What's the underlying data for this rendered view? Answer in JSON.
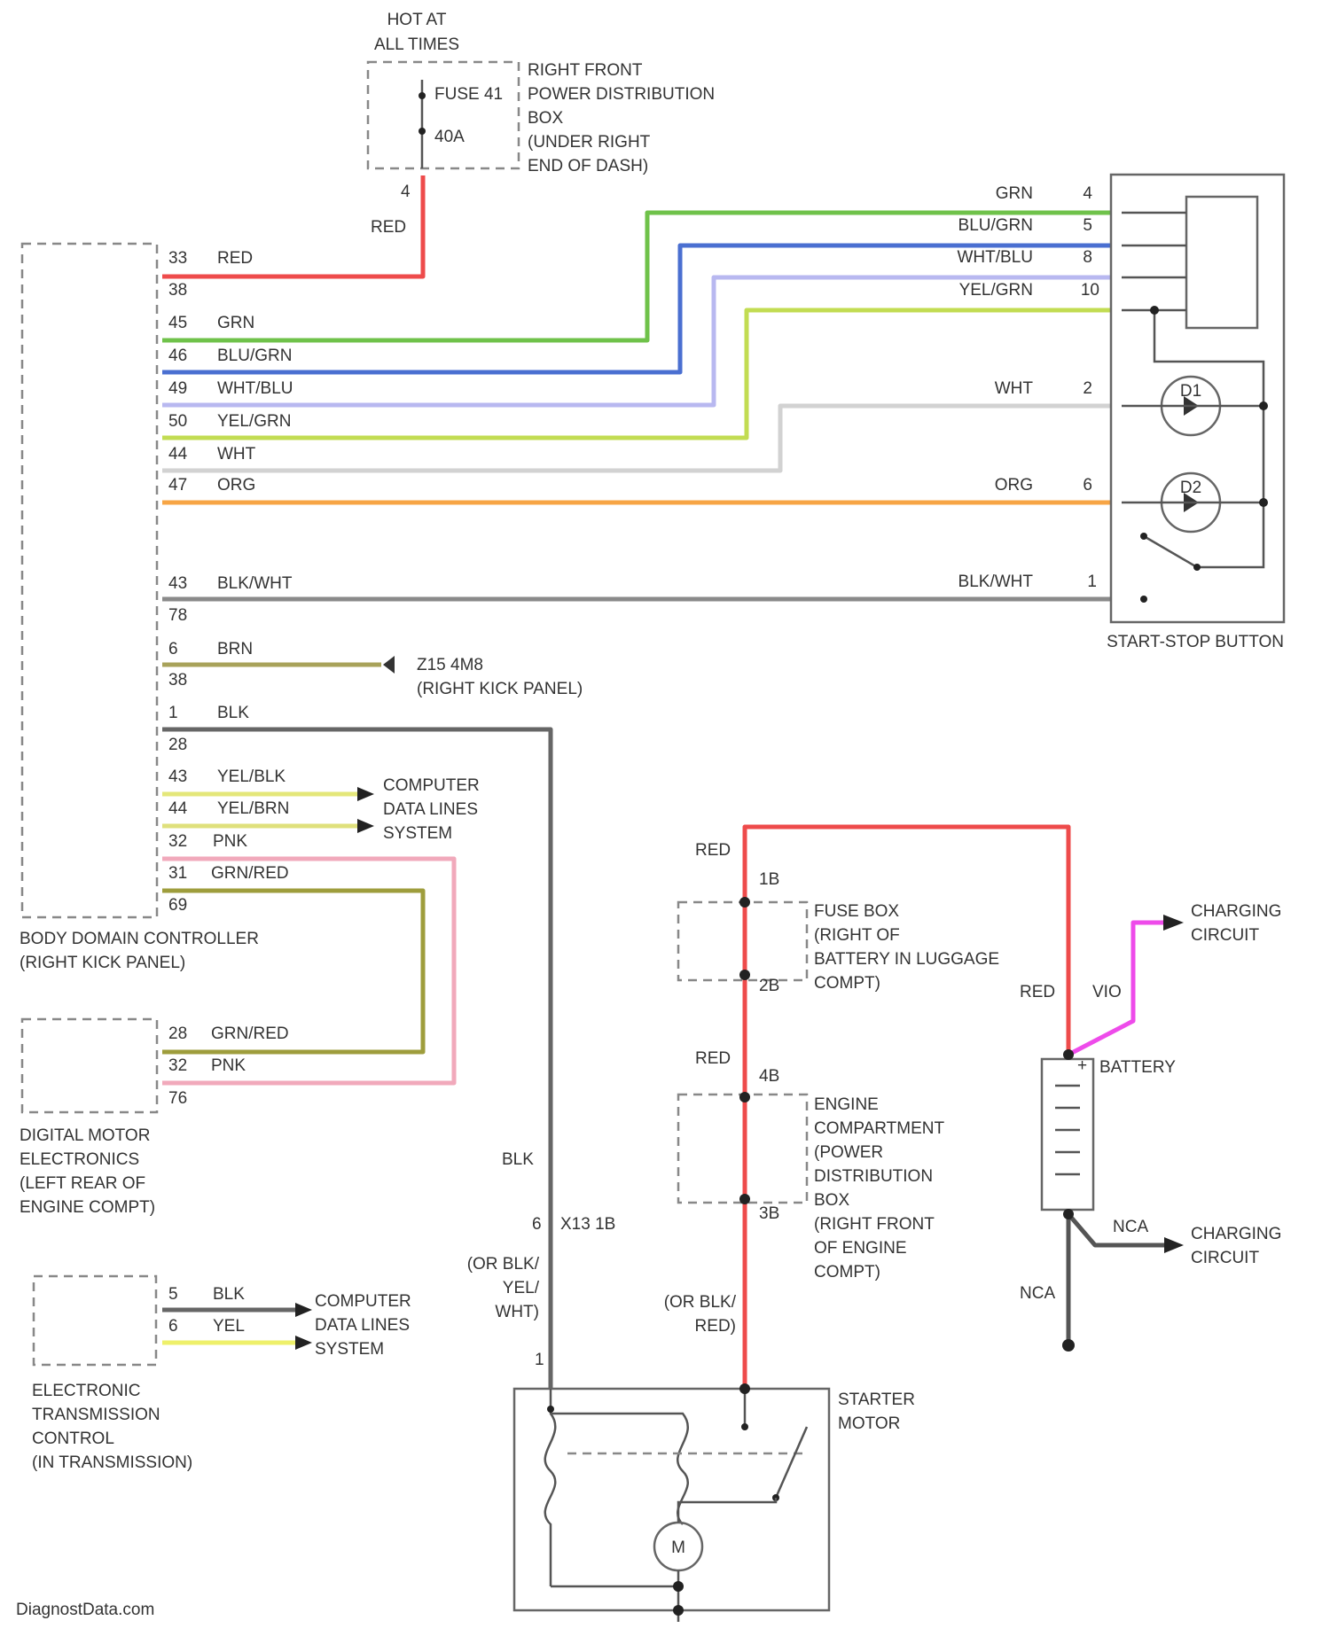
{
  "colors": {
    "RED": "#ee4b4b",
    "GRN": "#6fc24a",
    "BLU/GRN": "#4a6fd1",
    "WHT/BLU": "#b8b8f0",
    "YEL/GRN": "#c2dc52",
    "WHT": "#d2d2d2",
    "ORG": "#f7a545",
    "BLK/WHT": "#8a8a8a",
    "BRN": "#a8a25a",
    "BLK": "#666666",
    "YEL/BLK": "#e4e77a",
    "YEL/BRN": "#dfe07c",
    "PNK": "#f1a9bb",
    "GRN/RED": "#9e9d3c",
    "YEL": "#eef06a",
    "VIO": "#ee4bea",
    "NCA": "#555555"
  },
  "hot_label": [
    "HOT AT",
    "ALL TIMES"
  ],
  "fuse": {
    "name": "FUSE 41",
    "rating": "40A",
    "box": [
      "RIGHT FRONT",
      "POWER DISTRIBUTION",
      "BOX",
      "(UNDER RIGHT",
      "END OF DASH)"
    ],
    "pin_out": "4",
    "out_wire": "RED"
  },
  "bdc": {
    "name": [
      "BODY DOMAIN CONTROLLER",
      "(RIGHT KICK PANEL)"
    ],
    "pins": [
      {
        "pin": "33",
        "wire": "RED",
        "conn": "38"
      },
      {
        "pin": "45",
        "wire": "GRN"
      },
      {
        "pin": "46",
        "wire": "BLU/GRN"
      },
      {
        "pin": "49",
        "wire": "WHT/BLU"
      },
      {
        "pin": "50",
        "wire": "YEL/GRN"
      },
      {
        "pin": "44",
        "wire": "WHT"
      },
      {
        "pin": "47",
        "wire": "ORG"
      },
      {
        "pin": "43",
        "wire": "BLK/WHT",
        "conn": "78"
      },
      {
        "pin": "6",
        "wire": "BRN",
        "conn": "38"
      },
      {
        "pin": "1",
        "wire": "BLK",
        "conn": "28"
      },
      {
        "pin": "43",
        "wire": "YEL/BLK"
      },
      {
        "pin": "44",
        "wire": "YEL/BRN"
      },
      {
        "pin": "32",
        "wire": "PNK"
      },
      {
        "pin": "31",
        "wire": "GRN/RED",
        "conn": "69"
      }
    ]
  },
  "start_stop": {
    "name": "START-STOP BUTTON",
    "pins": [
      {
        "wire": "GRN",
        "pin": "4"
      },
      {
        "wire": "BLU/GRN",
        "pin": "5"
      },
      {
        "wire": "WHT/BLU",
        "pin": "8"
      },
      {
        "wire": "YEL/GRN",
        "pin": "10"
      },
      {
        "wire": "WHT",
        "pin": "2"
      },
      {
        "wire": "ORG",
        "pin": "6"
      },
      {
        "wire": "BLK/WHT",
        "pin": "1"
      }
    ],
    "leds": [
      "D1",
      "D2"
    ]
  },
  "ground": {
    "id": "Z15 4M8",
    "location": "(RIGHT KICK PANEL)"
  },
  "data_lines": [
    "COMPUTER",
    "DATA LINES",
    "SYSTEM"
  ],
  "dme": {
    "name": [
      "DIGITAL MOTOR",
      "ELECTRONICS",
      "(LEFT REAR OF",
      "ENGINE COMPT)"
    ],
    "pins": [
      {
        "pin": "28",
        "wire": "GRN/RED"
      },
      {
        "pin": "32",
        "wire": "PNK",
        "conn": "76"
      }
    ]
  },
  "etc": {
    "name": [
      "ELECTRONIC",
      "TRANSMISSION",
      "CONTROL",
      "(IN TRANSMISSION)"
    ],
    "pins": [
      {
        "pin": "5",
        "wire": "BLK"
      },
      {
        "pin": "6",
        "wire": "YEL"
      }
    ]
  },
  "starter": {
    "name": [
      "STARTER",
      "MOTOR"
    ],
    "blk_label": "BLK",
    "connector": "X13 1B",
    "conn_pin": "6",
    "alt_wire": [
      "(OR BLK/",
      "YEL/",
      "WHT)"
    ],
    "pin_bottom": "1",
    "motor": "M"
  },
  "fuse_box_rear": {
    "name": [
      "FUSE BOX",
      "(RIGHT OF",
      "BATTERY IN LUGGAGE",
      "COMPT)"
    ],
    "pin_in": "1B",
    "pin_out": "2B",
    "wire": "RED"
  },
  "engine_pdb": {
    "name": [
      "ENGINE",
      "COMPARTMENT",
      "(POWER",
      "DISTRIBUTION",
      "BOX",
      "(RIGHT FRONT",
      "OF ENGINE",
      "COMPT)"
    ],
    "pin_in": "4B",
    "pin_out": "3B",
    "wire": "RED",
    "alt_wire": [
      "(OR BLK/",
      "RED)"
    ]
  },
  "battery": {
    "name": "BATTERY",
    "plus": "+",
    "red": "RED",
    "vio": "VIO",
    "nca_1": "NCA",
    "nca_2": "NCA"
  },
  "charging": [
    "CHARGING",
    "CIRCUIT"
  ],
  "watermark": "DiagnostData.com"
}
